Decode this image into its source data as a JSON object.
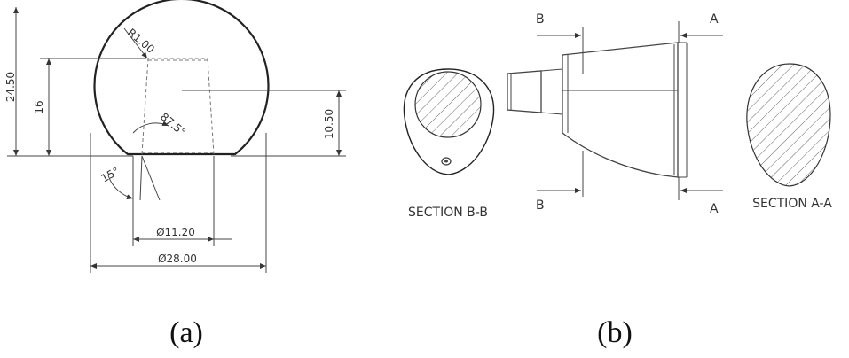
{
  "panel_a": {
    "dimensions": {
      "height_total": "24.50",
      "height_bore": "16",
      "height_right": "10.50",
      "radius": "R1.00",
      "angle_main": "87.5°",
      "angle_bottom": "15°",
      "dia_inner": "Ø11.20",
      "dia_outer": "Ø28.00"
    },
    "caption": "(a)"
  },
  "panel_b": {
    "labels": {
      "b_top": "B",
      "b_bottom": "B",
      "a_top": "A",
      "a_bottom": "A",
      "section_bb": "SECTION B-B",
      "section_aa": "SECTION A-A"
    },
    "caption": "(b)"
  }
}
